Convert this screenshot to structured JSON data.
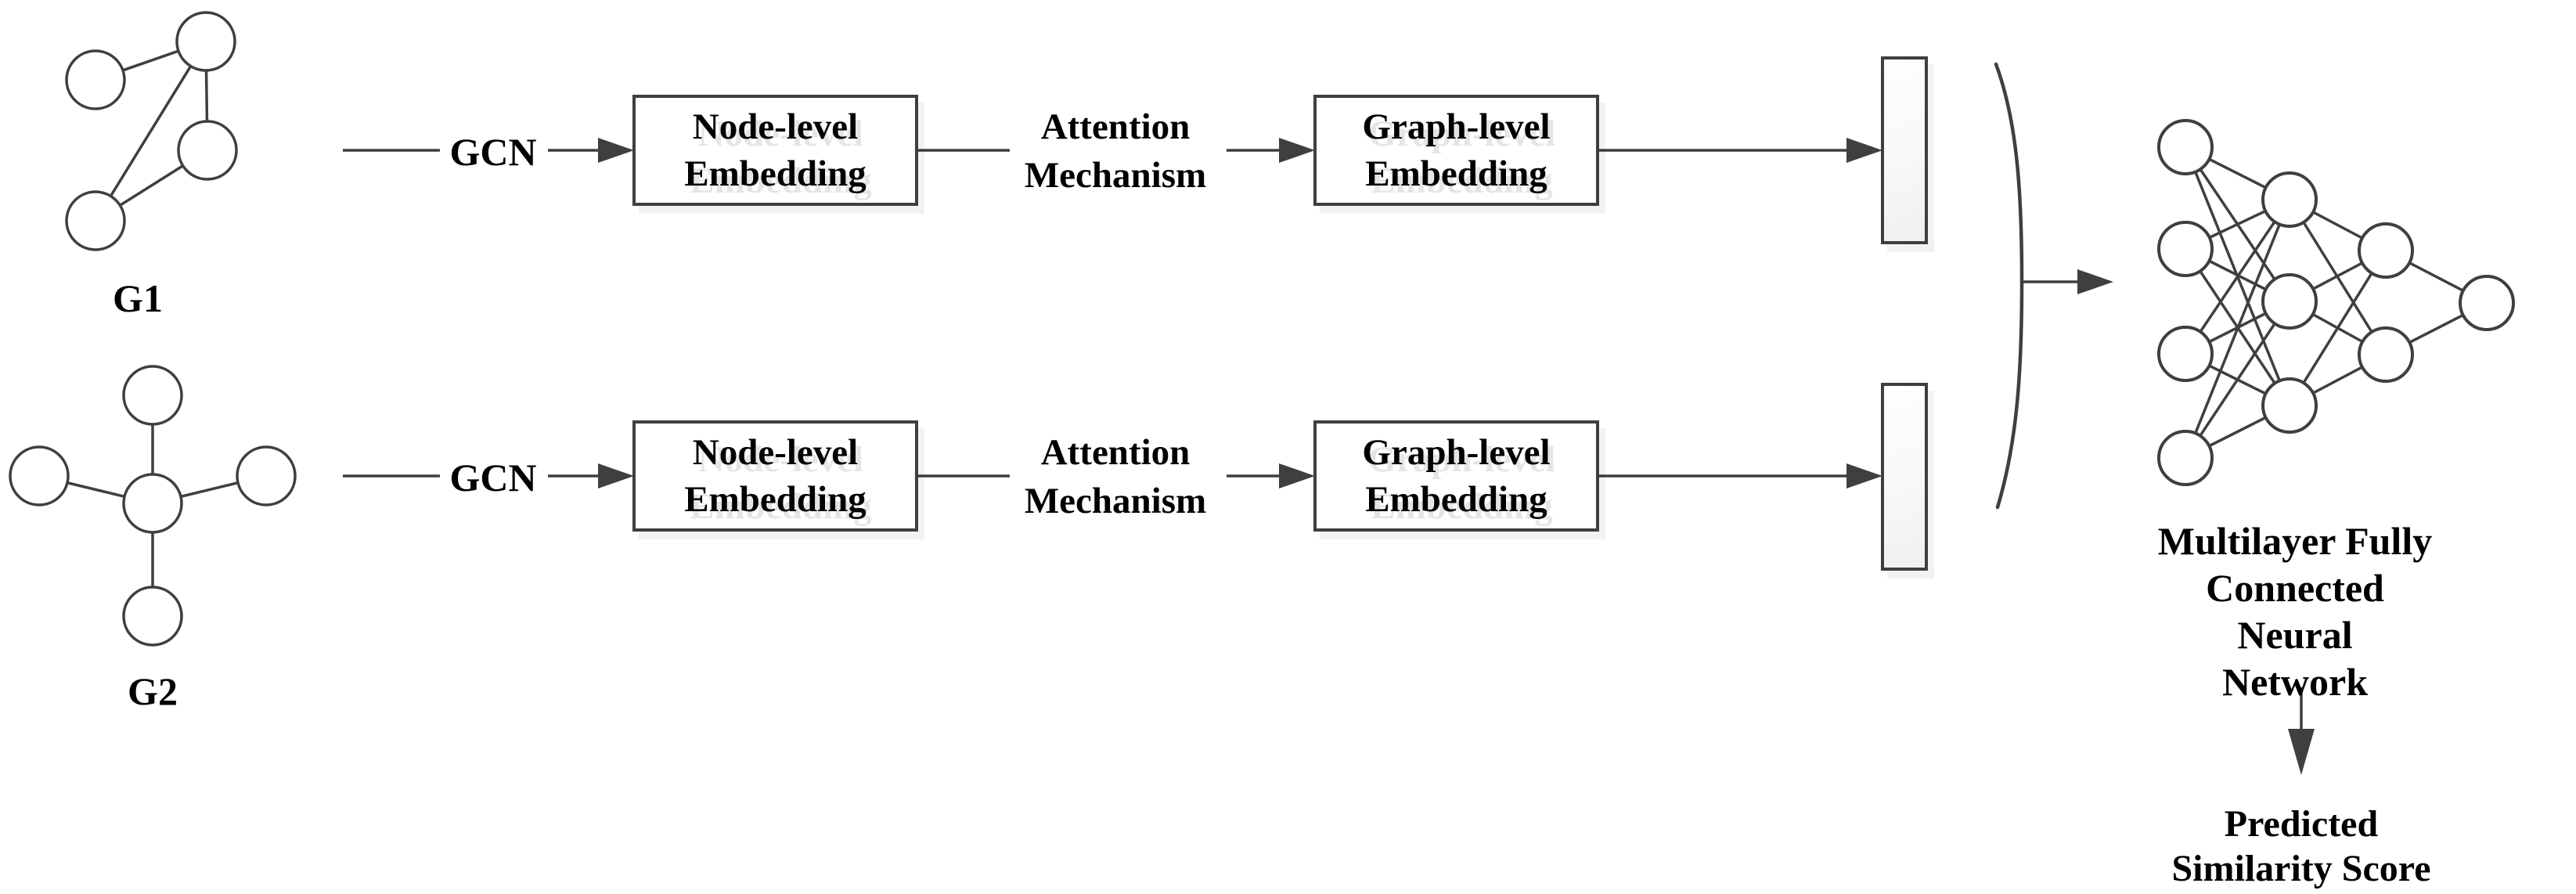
{
  "diagram": {
    "graph1": {
      "label": "G1",
      "node_count": 4,
      "edge_count": 4
    },
    "graph2": {
      "label": "G2",
      "node_count": 5,
      "edge_count": 4
    },
    "row1": {
      "gcn_label": "GCN",
      "node_embedding_label": "Node-level\nEmbedding",
      "attention_label": "Attention\nMechanism",
      "graph_embedding_label": "Graph-level\nEmbedding"
    },
    "row2": {
      "gcn_label": "GCN",
      "node_embedding_label": "Node-level\nEmbedding",
      "attention_label": "Attention\nMechanism",
      "graph_embedding_label": "Graph-level\nEmbedding"
    },
    "mlp_label": "Multilayer Fully\nConnected Neural\nNetwork",
    "output_label": "Predicted\nSimilarity Score",
    "mlp_layer_sizes": [
      4,
      3,
      2,
      1
    ],
    "colors": {
      "line": "#3f3f3f",
      "text": "#000000",
      "box_background": "#ffffff",
      "bar_fill": "#f4f4f4"
    }
  }
}
